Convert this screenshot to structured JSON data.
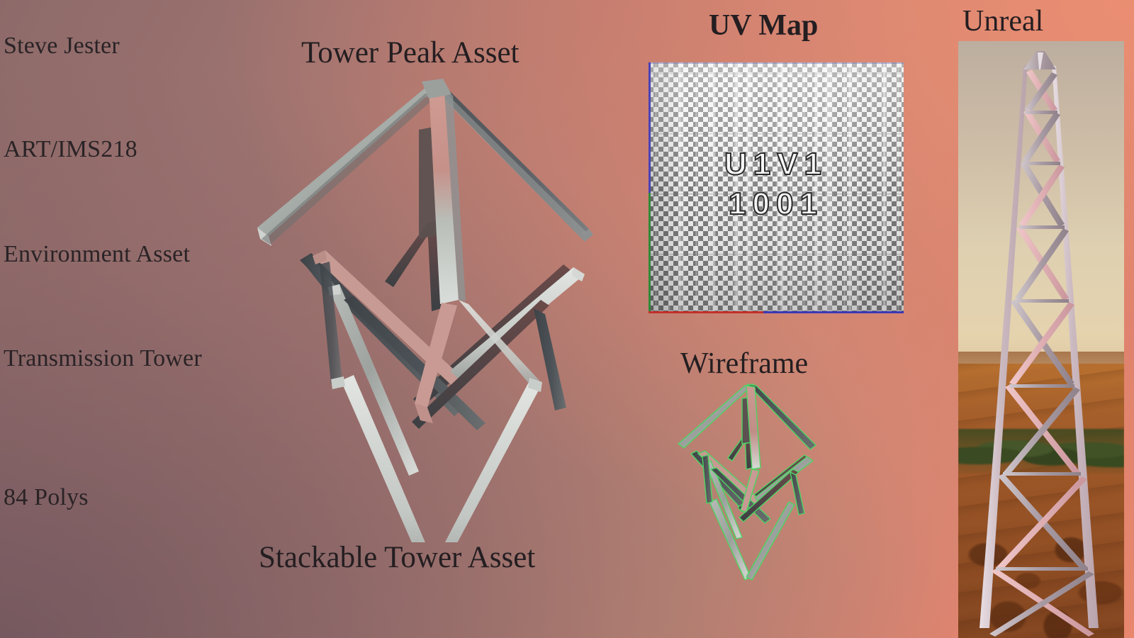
{
  "meta": {
    "background_left": "#8d6a69",
    "background_right": "#e8866e",
    "text_color": "#2a2326"
  },
  "left_labels": [
    "Steve Jester",
    "ART/IMS218",
    "Environment Asset",
    "Transmission Tower",
    "84 Polys"
  ],
  "headings": {
    "tower_peak": "Tower Peak Asset",
    "stackable_tower": "Stackable Tower Asset",
    "uv_map": "UV Map",
    "wireframe": "Wireframe",
    "unreal": "Unreal"
  },
  "uv_map": {
    "tile_label_line1": "U1V1",
    "tile_label_line2": "1001",
    "edge_colors": {
      "left_upper": "#4a42b8",
      "left_lower": "#2e8b3a",
      "bottom_left": "#c2302a",
      "bottom_right": "#3b39b5"
    }
  },
  "assets": {
    "peak_asset_name": "tower-peak-asset-render",
    "wireframe_asset_name": "tower-wireframe-render",
    "unreal_asset_name": "unreal-engine-tower-screenshot"
  }
}
